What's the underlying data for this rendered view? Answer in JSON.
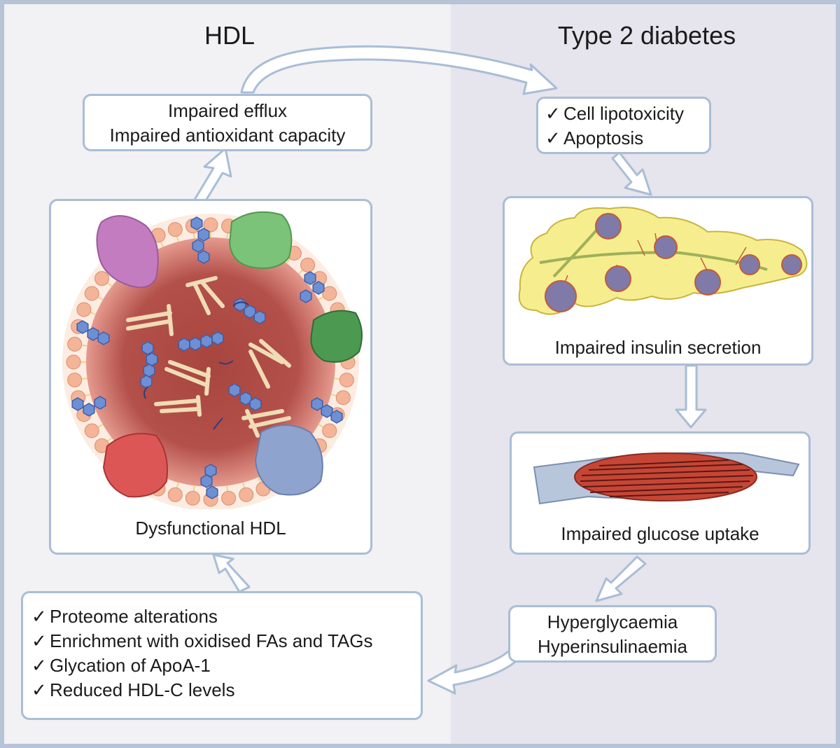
{
  "headings": {
    "left": "HDL",
    "right": "Type 2 diabetes"
  },
  "efflux_box": {
    "lines": [
      "Impaired efflux",
      "Impaired antioxidant capacity"
    ]
  },
  "hdl_box": {
    "caption": "Dysfunctional HDL"
  },
  "alterations_box": {
    "items": [
      "Proteome alterations",
      "Enrichment with oxidised FAs and TAGs",
      "Glycation of ApoA-1",
      "Reduced HDL-C levels"
    ]
  },
  "lipotox_box": {
    "items": [
      "Cell lipotoxicity",
      "Apoptosis"
    ]
  },
  "pancreas_box": {
    "caption": "Impaired insulin secretion"
  },
  "muscle_box": {
    "caption": "Impaired glucose uptake"
  },
  "hyper_box": {
    "lines": [
      "Hyperglycaemia",
      "Hyperinsulinaemia"
    ]
  },
  "check_symbol": "✓",
  "colors": {
    "background_left": "#f2f1f4",
    "background_right": "#e6e4ec",
    "box_border": "#a9bdd6",
    "arrow": "#a9bdd6",
    "hdl_core": "#a8453f",
    "pancreas": "#f6ee8e",
    "islet": "#7f7aa8",
    "muscle": "#c64636"
  }
}
